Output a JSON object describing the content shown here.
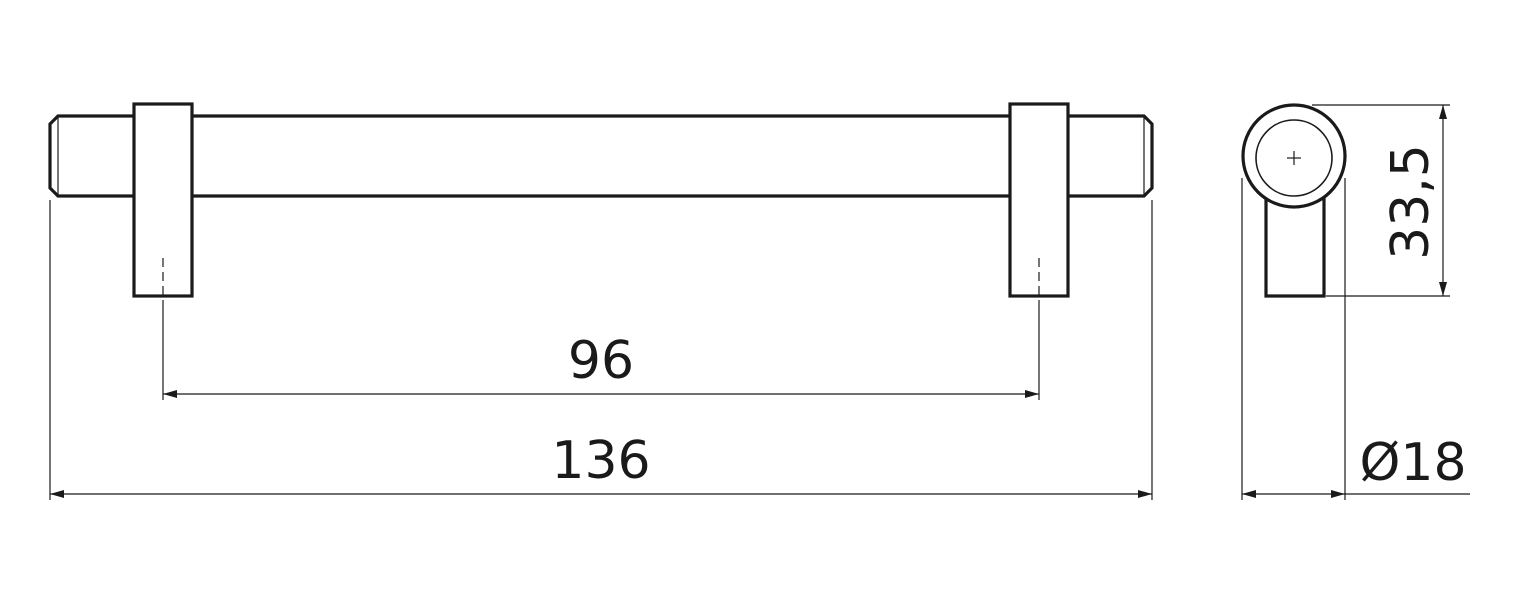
{
  "dimensions": {
    "hole_spacing": "96",
    "overall_length": "136",
    "height": "33,5",
    "diameter": "Ø18"
  }
}
